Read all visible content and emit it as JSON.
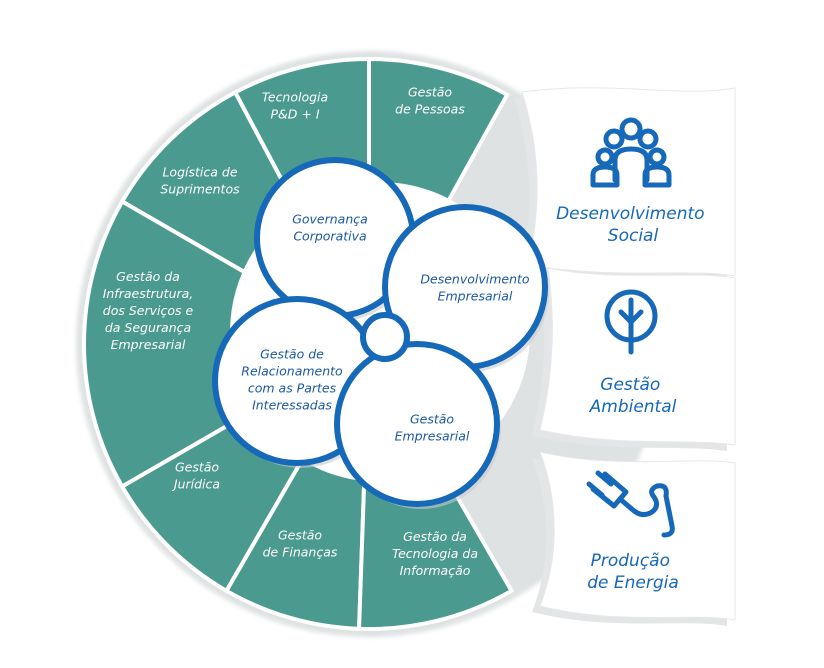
{
  "colors": {
    "segment": "#4a9a8f",
    "segment_stroke": "#ffffff",
    "ring_shadow": "#d9dcdd",
    "core_blue": "#1668b8",
    "core_fill": "#ffffff",
    "pillar_fill": "#ffffff",
    "pillar_shadow": "#e3e5e6",
    "pillar_text": "#1668b8",
    "core_text": "#1b5aa3"
  },
  "segments": [
    {
      "label": [
        "Gestão",
        "de Pessoas"
      ]
    },
    {
      "label": [
        "Tecnologia",
        "P&D + I"
      ]
    },
    {
      "label": [
        "Logística de",
        "Suprimentos"
      ]
    },
    {
      "label": [
        "Gestão da",
        "Infraestrutura,",
        "dos Serviços e",
        "da Segurança",
        "Empresarial"
      ]
    },
    {
      "label": [
        "Gestão",
        "Jurídica"
      ]
    },
    {
      "label": [
        "Gestão",
        "de Finanças"
      ]
    },
    {
      "label": [
        "Gestão da",
        "Tecnologia da",
        "Informação"
      ]
    }
  ],
  "core": [
    {
      "label": [
        "Governança",
        "Corporativa"
      ]
    },
    {
      "label": [
        "Desenvolvimento",
        "Empresarial"
      ]
    },
    {
      "label": [
        "Gestão de",
        "Relacionamento",
        "com as Partes",
        "Interessadas"
      ]
    },
    {
      "label": [
        "Gestão",
        "Empresarial"
      ]
    }
  ],
  "pillars": [
    {
      "label": [
        "Desenvolvimento",
        "Social"
      ],
      "icon": "people-group-icon"
    },
    {
      "label": [
        "Gestão",
        "Ambiental"
      ],
      "icon": "tree-icon"
    },
    {
      "label": [
        "Produção",
        "de Energia"
      ],
      "icon": "power-plug-icon"
    }
  ]
}
